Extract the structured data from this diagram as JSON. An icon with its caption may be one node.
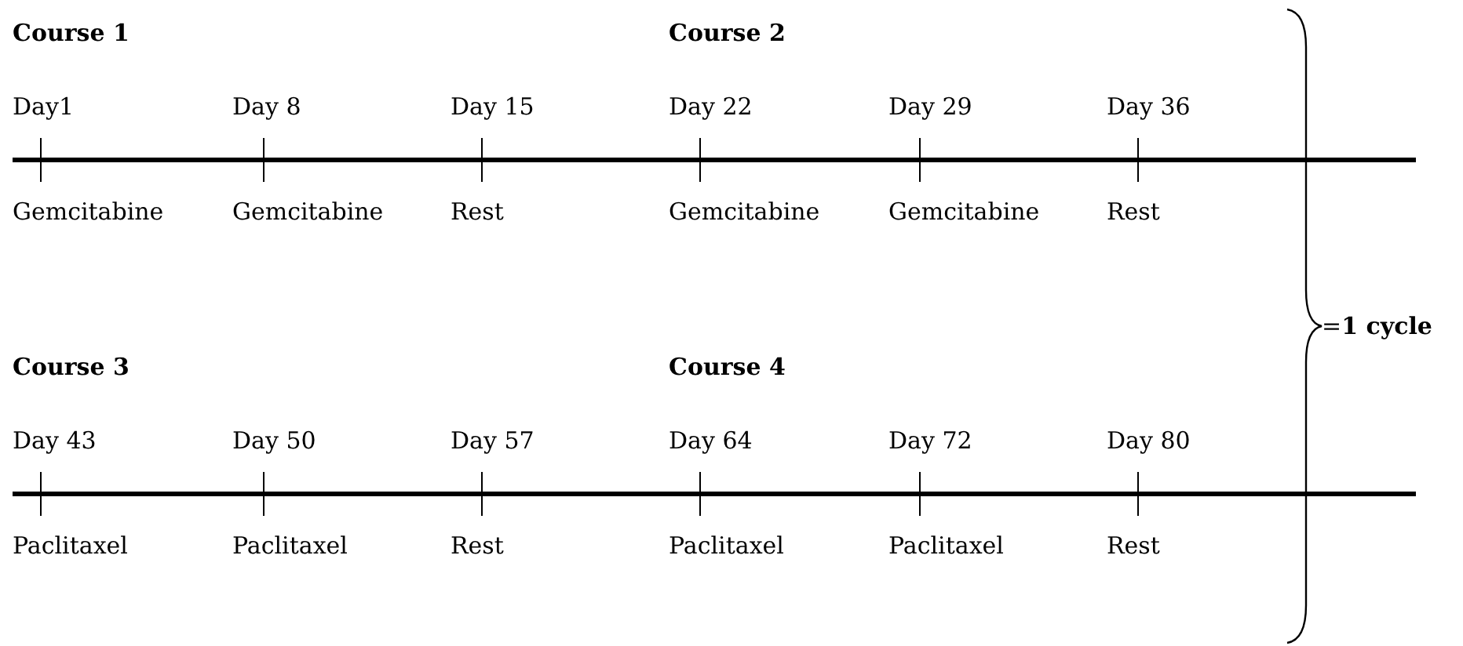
{
  "diagram": {
    "labels": [
      "Course 1",
      "Course 2",
      "Day1",
      "Day 8",
      "Day 15",
      "Day 22",
      "Day 29",
      "Day 36",
      "Gemcitabine",
      "Gemcitabine",
      "Rest",
      "Gemcitabine",
      "Gemcitabine",
      "Rest",
      "=**1 cycle**",
      "Course 3",
      "Course 4",
      "Day 43",
      "Day 50",
      "Day 57",
      "Day 64",
      "Day 72",
      "Day 80",
      "Paclitaxel",
      "Paclitaxel",
      "Rest",
      "Paclitaxel",
      "Paclitaxel",
      "Rest"
    ]
  }
}
